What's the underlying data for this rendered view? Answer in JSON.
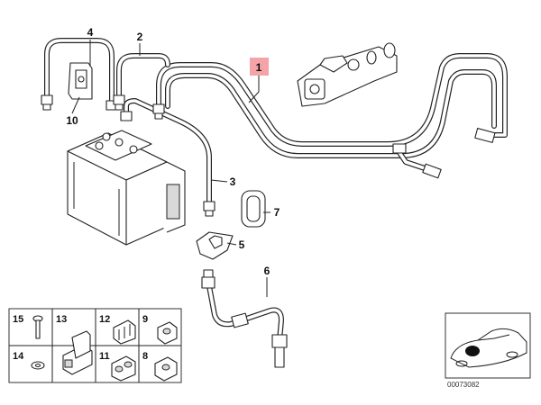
{
  "callouts": [
    {
      "id": "callout-1",
      "text": "1",
      "highlight": "#f4a3a8"
    },
    {
      "id": "callout-2",
      "text": "2"
    },
    {
      "id": "callout-3",
      "text": "3"
    },
    {
      "id": "callout-4",
      "text": "4"
    },
    {
      "id": "callout-5",
      "text": "5"
    },
    {
      "id": "callout-6",
      "text": "6"
    },
    {
      "id": "callout-7",
      "text": "7"
    },
    {
      "id": "callout-10",
      "text": "10"
    }
  ],
  "small_parts": [
    {
      "text": "15"
    },
    {
      "text": "13"
    },
    {
      "text": "12"
    },
    {
      "text": "9"
    },
    {
      "text": "14"
    },
    {
      "text": "11"
    },
    {
      "text": "8"
    }
  ],
  "catalog_number": "00073082",
  "colors": {
    "highlight": "#f4a3a8",
    "line": "#222222",
    "shade": "#d9d9d9"
  }
}
